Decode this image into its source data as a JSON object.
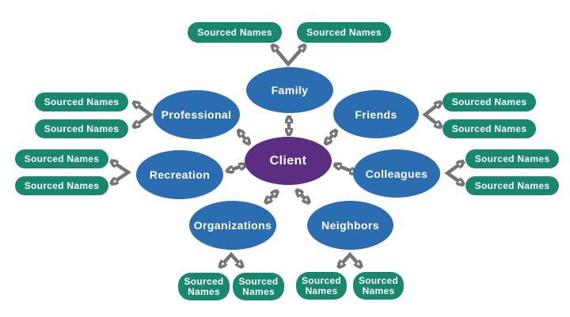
{
  "diagram": {
    "title_none": "",
    "center_label": "Client",
    "nodes": {
      "family": "Family",
      "professional": "Professional",
      "friends": "Friends",
      "recreation": "Recreation",
      "colleagues": "Colleagues",
      "organizations": "Organizations",
      "neighbors": "Neighbors"
    },
    "pill_label": "Sourced Names",
    "pill_label_l1": "Sourced",
    "pill_label_l2": "Names",
    "colors": {
      "node_blue": "#2B6DB1",
      "center_purple": "#5B2D83",
      "pill_green": "#17886D",
      "arrow_gray": "#757575",
      "label_text": "#FFFFFF"
    }
  }
}
